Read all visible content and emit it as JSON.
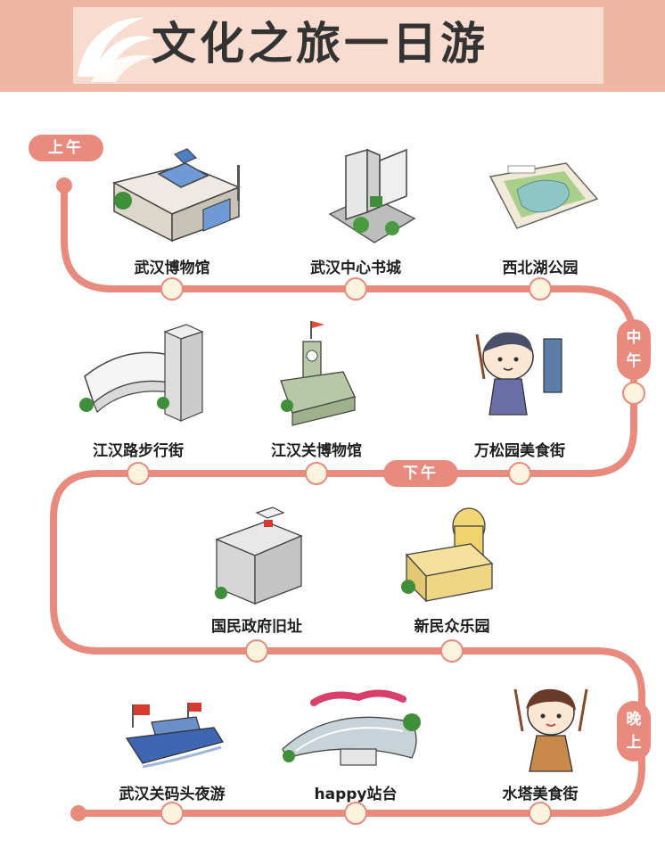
{
  "header": {
    "title": "文化之旅一日游",
    "background": "#efb6a3",
    "title_box": "#f7dccf"
  },
  "colors": {
    "route": "#e88a7d",
    "node_fill": "#fbf3de",
    "label": "#1f1f1f"
  },
  "periods": {
    "morning": "上午",
    "noon": [
      "中",
      "午"
    ],
    "afternoon": "下午",
    "evening": [
      "晚",
      "上"
    ]
  },
  "stops": {
    "s1": "武汉博物馆",
    "s2": "武汉中心书城",
    "s3": "西北湖公园",
    "s4": "江汉路步行街",
    "s5": "江汉关博物馆",
    "s6": "万松园美食街",
    "s7": "国民政府旧址",
    "s8": "新民众乐园",
    "s9": "武汉关码头夜游",
    "s10": "happy站台",
    "s11": "水塔美食街"
  },
  "icons": {
    "s1": "museum-building-icon",
    "s2": "bookstore-building-icon",
    "s3": "lake-park-icon",
    "s4": "pedestrian-street-icon",
    "s5": "clock-tower-icon",
    "s6": "boy-with-skewers-icon",
    "s7": "government-building-icon",
    "s8": "domed-theater-icon",
    "s9": "ferry-boat-icon",
    "s10": "happy-station-icon",
    "s11": "girl-with-skewers-icon"
  }
}
